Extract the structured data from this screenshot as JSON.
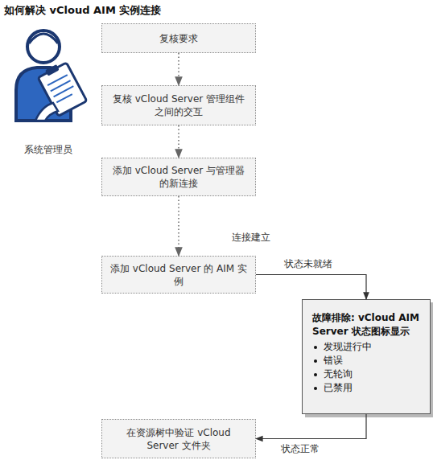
{
  "diagram": {
    "title": "如何解决 vCloud AIM 实例连接",
    "nodes": [
      {
        "text": [
          "复核要求"
        ]
      },
      {
        "text": [
          "复核 vCloud Server 管理组件之间的交互"
        ]
      },
      {
        "text": [
          "添加 vCloud Server 与管理器的新连接"
        ]
      },
      {
        "text": [
          "添加 vCloud Server 的 AIM 实例"
        ]
      },
      {
        "text": [
          "故障排除: vCloud AIM Server 状态图标显示",
          "发现进行中",
          "错误",
          "无轮询",
          "已禁用"
        ]
      },
      {
        "text": [
          "在资源树中验证 vCloud Server 文件夹"
        ]
      }
    ],
    "edges": [
      {
        "from": 0,
        "to": 1,
        "arrow": "to"
      },
      {
        "from": 1,
        "to": 2,
        "arrow": "to"
      },
      {
        "from": 2,
        "to": 3,
        "arrow": "to",
        "label": "连接建立"
      },
      {
        "from": 3,
        "to": 4,
        "arrow": "to",
        "label": "状态未就绪"
      },
      {
        "from": 4,
        "to": 5,
        "arrow": "to",
        "label": "状态正常"
      }
    ],
    "labels": [
      "系统管理员"
    ]
  }
}
